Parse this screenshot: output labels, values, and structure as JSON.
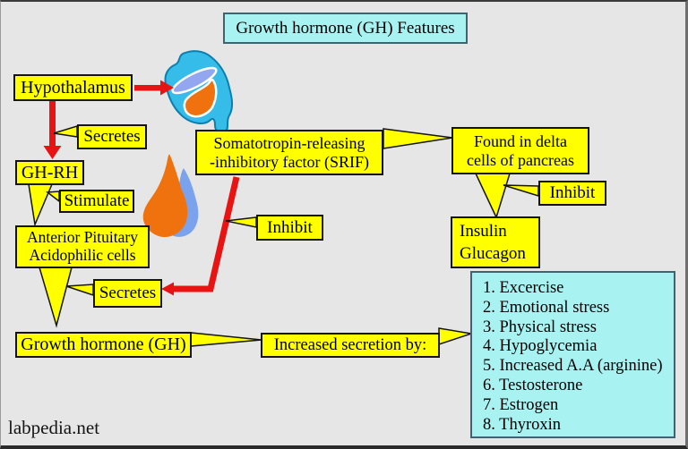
{
  "title": "Growth hormone (GH) Features",
  "watermark": "labpedia.net",
  "boxes": {
    "hypothalamus": "Hypothalamus",
    "secretes_top": "Secretes",
    "ghrh": "GH-RH",
    "stimulate": "Stimulate",
    "anterior_pituitary": {
      "line1": "Anterior Pituitary",
      "line2": "Acidophilic cells"
    },
    "srif": {
      "line1": "Somatotropin-releasing",
      "line2": "-inhibitory factor (SRIF)"
    },
    "inhibit_mid": "Inhibit",
    "found_delta": {
      "line1": "Found in delta",
      "line2": "cells of pancreas"
    },
    "inhibit_right": "Inhibit",
    "insulin_glucagon": {
      "line1": "Insulin",
      "line2": "Glucagon"
    },
    "secretes_bottom": "Secretes",
    "growth_hormone": "Growth hormone (GH)",
    "increased_secretion": "Increased secretion by:"
  },
  "increased_secretion_list": {
    "items": [
      "1. Excercise",
      "2. Emotional stress",
      "3. Physical stress",
      "4. Hypoglycemia",
      "5. Increased A.A (arginine)",
      "6. Testosterone",
      "7. Estrogen",
      "8. Thyroxin"
    ]
  },
  "figures": {
    "brain": "brain-with-hypothalamus-illustration",
    "pituitary": "anterior-pituitary-gland-illustration"
  },
  "colors": {
    "callout_yellow": "#ffff00",
    "info_cyan": "#a9f2f2",
    "arrow_red": "#e81414",
    "brain_blue": "#35bce8",
    "hypothalamus_lavender": "#93a7f0",
    "nucleus_orange": "#f0720e",
    "pituitary_orange": "#f0720e",
    "pituitary_blue": "#7ba2ec",
    "background_gray": "#e6e6e6"
  }
}
